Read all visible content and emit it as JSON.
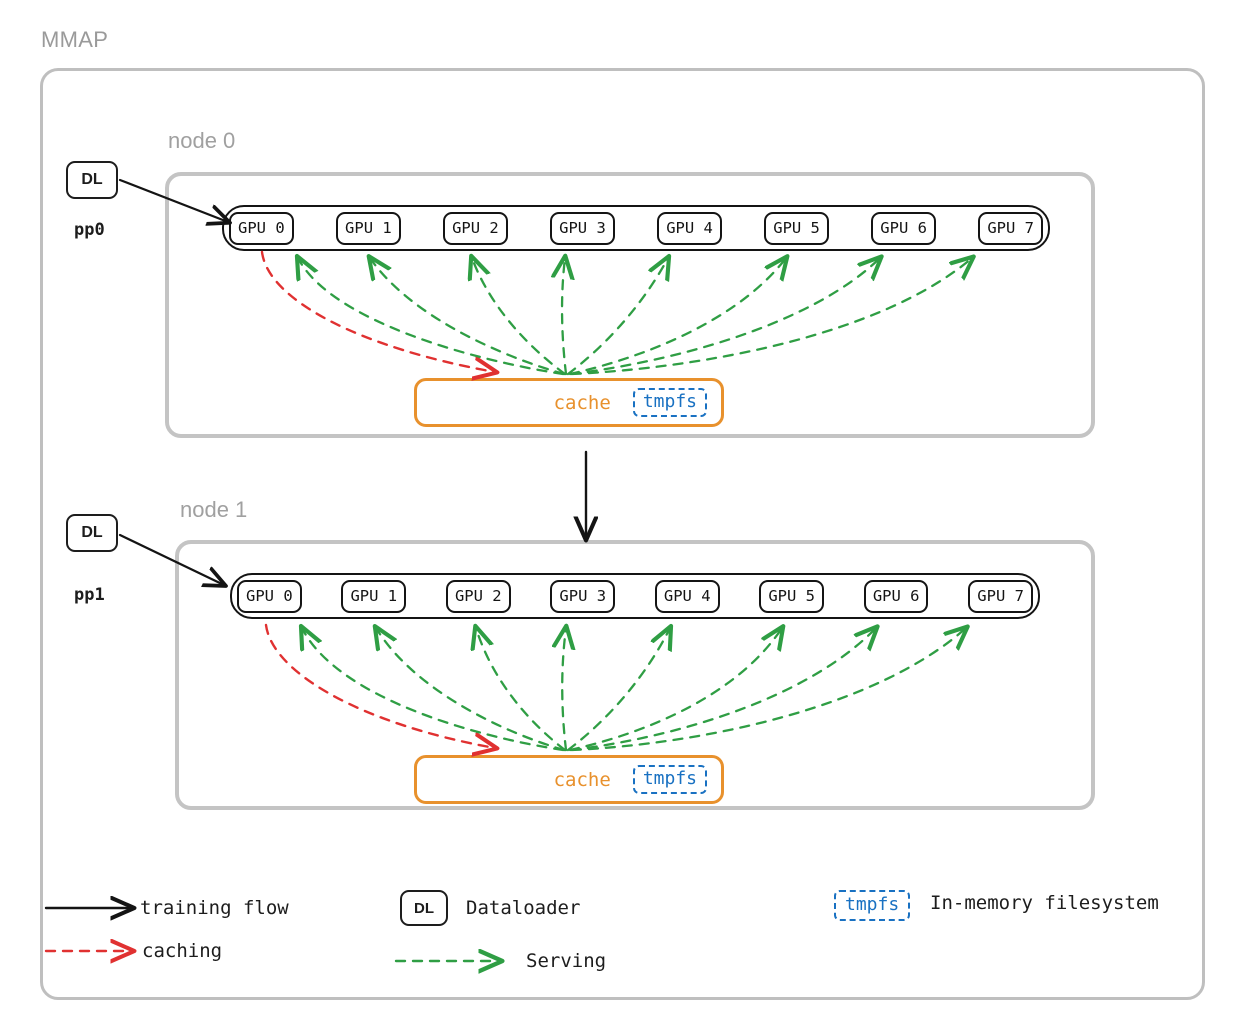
{
  "title": "MMAP",
  "nodes": [
    {
      "label": "node 0",
      "pp_label": "pp0",
      "dataloader_label": "DL",
      "gpus": [
        "GPU 0",
        "GPU 1",
        "GPU 2",
        "GPU 3",
        "GPU 4",
        "GPU 5",
        "GPU 6",
        "GPU 7"
      ],
      "cache_label": "cache",
      "cache_badge": "tmpfs"
    },
    {
      "label": "node 1",
      "pp_label": "pp1",
      "dataloader_label": "DL",
      "gpus": [
        "GPU 0",
        "GPU 1",
        "GPU 2",
        "GPU 3",
        "GPU 4",
        "GPU 5",
        "GPU 6",
        "GPU 7"
      ],
      "cache_label": "cache",
      "cache_badge": "tmpfs"
    }
  ],
  "legend": {
    "training_flow": "training flow",
    "caching": "caching",
    "dataloader_symbol": "DL",
    "dataloader_label": "Dataloader",
    "serving": "Serving",
    "tmpfs_symbol": "tmpfs",
    "tmpfs_label": "In-memory filesystem"
  },
  "colors": {
    "frame_gray": "#bfbfbf",
    "node_gray": "#c4c4c4",
    "label_gray": "#a0a0a0",
    "ink": "#141414",
    "caching_red": "#e03131",
    "serving_green": "#2f9e44",
    "cache_orange": "#e8912d",
    "tmpfs_blue": "#1971c2"
  }
}
